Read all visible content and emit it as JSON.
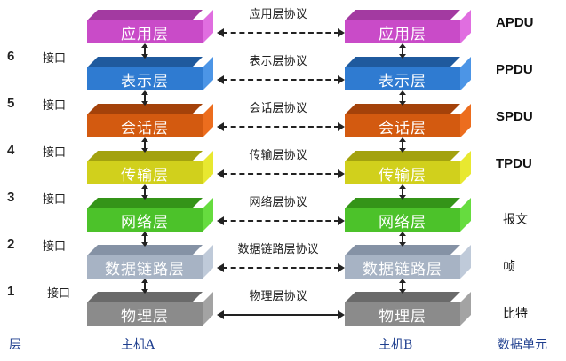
{
  "layers": [
    {
      "name": "应用层",
      "protocol": "应用层协议",
      "pdu": "APDU",
      "color_front": "#c94bc8",
      "color_top": "#a33aa1",
      "color_side": "#e06ee0",
      "dashed": true
    },
    {
      "name": "表示层",
      "protocol": "表示层协议",
      "pdu": "PPDU",
      "color_front": "#2f7bd1",
      "color_top": "#1f5a9e",
      "color_side": "#4c95e6",
      "dashed": true
    },
    {
      "name": "会话层",
      "protocol": "会话层协议",
      "pdu": "SPDU",
      "color_front": "#d35a10",
      "color_top": "#a4420a",
      "color_side": "#ec6d1e",
      "dashed": true
    },
    {
      "name": "传输层",
      "protocol": "传输层协议",
      "pdu": "TPDU",
      "color_front": "#d1d01c",
      "color_top": "#a3a20f",
      "color_side": "#e8e830",
      "dashed": true
    },
    {
      "name": "网络层",
      "protocol": "网络层协议",
      "pdu": "报文",
      "color_front": "#4cc22a",
      "color_top": "#349418",
      "color_side": "#66dc3f",
      "dashed": true
    },
    {
      "name": "数据链路层",
      "protocol": "数据链路层协议",
      "pdu": "帧",
      "color_front": "#a7b3c4",
      "color_top": "#8592a5",
      "color_side": "#bfcad9",
      "dashed": true
    },
    {
      "name": "物理层",
      "protocol": "物理层协议",
      "pdu": "比特",
      "color_front": "#8b8b8b",
      "color_top": "#6a6a6a",
      "color_side": "#a3a3a3",
      "dashed": false
    }
  ],
  "interfaces": [
    {
      "num": "6",
      "label": "接口"
    },
    {
      "num": "5",
      "label": "接口"
    },
    {
      "num": "4",
      "label": "接口"
    },
    {
      "num": "3",
      "label": "接口"
    },
    {
      "num": "2",
      "label": "接口"
    },
    {
      "num": "1",
      "label": "接口"
    }
  ],
  "footer": {
    "layer": "层",
    "hostA": "主机A",
    "hostB": "主机B",
    "unit": "数据单元"
  }
}
